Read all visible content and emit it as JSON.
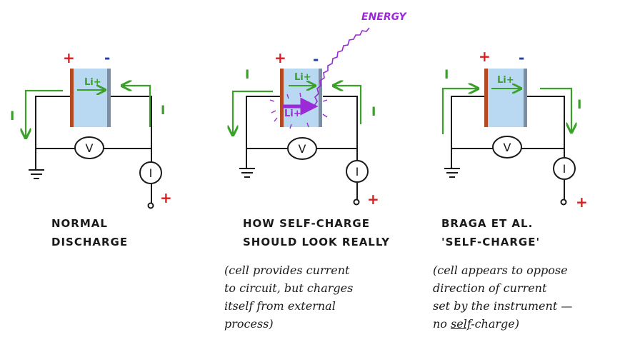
{
  "labels": {
    "plus": "+",
    "minus": "-",
    "ion": "Li+",
    "current": "I",
    "voltmeter": "V",
    "ammeter": "I",
    "energy": "ENERGY"
  },
  "colors": {
    "ink": "#1a1a1a",
    "current_arrow": "#3aa02a",
    "positive_sign": "#d81e1e",
    "negative_sign": "#1f3fb0",
    "electrode_positive": "#b34a22",
    "electrode_negative": "#7d8ea3",
    "electrolyte": "#b9d8f2",
    "energy": "#9a2bd6"
  },
  "panels": [
    {
      "caption_line1": "NORMAL",
      "caption_line2": "DISCHARGE"
    },
    {
      "caption_line1": "HOW SELF-CHARGE",
      "caption_line2": "SHOULD LOOK REALLY",
      "note_line1": "(cell provides current",
      "note_line2": "to circuit, but charges",
      "note_line3": "itself from external",
      "note_line4": "process)"
    },
    {
      "caption_line1": "BRAGA ET AL.",
      "caption_line2": "'SELF-CHARGE'",
      "note_line1": "(cell appears to oppose",
      "note_line2": "direction of current",
      "note_line3": "set by the instrument —",
      "note_line4_prefix": "no ",
      "note_line4_underlined": "self",
      "note_line4_suffix": "-charge)"
    }
  ]
}
